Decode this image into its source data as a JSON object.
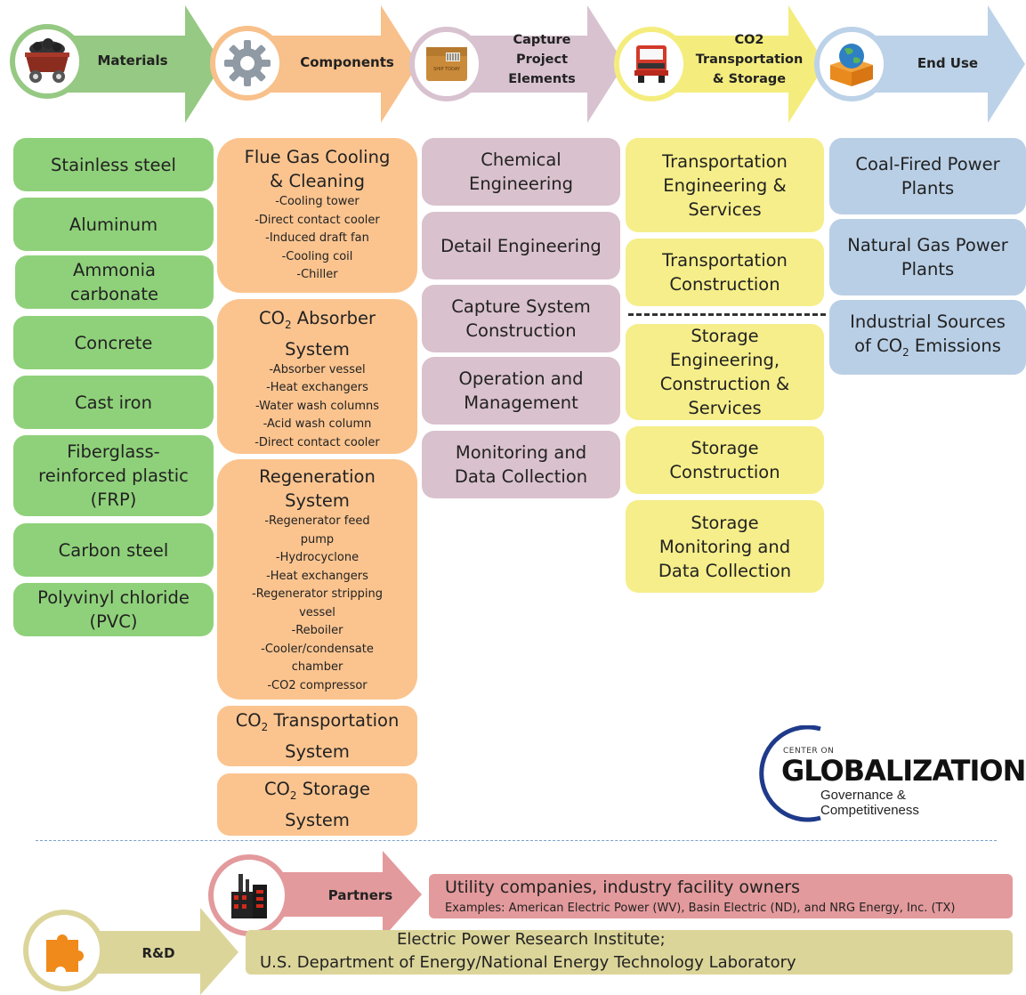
{
  "stages": [
    {
      "label": "Materials",
      "icon": "mine-cart-icon",
      "color": "#96c983"
    },
    {
      "label": "Components",
      "icon": "gear-icon",
      "color": "#f8c08a"
    },
    {
      "label": "Capture\nProject\nElements",
      "icon": "package-icon",
      "color": "#d8c2d0"
    },
    {
      "label": "CO2\nTransportation\n& Storage",
      "icon": "truck-icon",
      "color": "#f4ed7e"
    },
    {
      "label": "End Use",
      "icon": "globe-box-icon",
      "color": "#bcd2e8"
    }
  ],
  "materials": [
    "Stainless steel",
    "Aluminum",
    "Ammonia\ncarbonate",
    "Concrete",
    "Cast iron",
    "Fiberglass-\nreinforced plastic\n(FRP)",
    "Carbon steel",
    "Polyvinyl chloride\n(PVC)"
  ],
  "components": [
    {
      "title": "Flue Gas Cooling\n& Cleaning",
      "items": "-Cooling tower\n-Direct contact cooler\n-Induced draft fan\n-Cooling coil\n-Chiller"
    },
    {
      "title_pre": "CO",
      "title_sub": "2",
      "title_post": " Absorber\nSystem",
      "items": "-Absorber vessel\n-Heat exchangers\n-Water wash columns\n-Acid wash column\n-Direct contact cooler"
    },
    {
      "title": "Regeneration\nSystem",
      "items": "-Regenerator feed\npump\n-Hydrocyclone\n-Heat exchangers\n-Regenerator stripping\nvessel\n-Reboiler\n-Cooler/condensate\nchamber\n-CO2 compressor"
    },
    {
      "title_pre": "CO",
      "title_sub": "2",
      "title_post": " Transportation\nSystem"
    },
    {
      "title_pre": "CO",
      "title_sub": "2",
      "title_post": " Storage\nSystem"
    }
  ],
  "capture": [
    "Chemical\nEngineering",
    "Detail Engineering",
    "Capture System\nConstruction",
    "Operation and\nManagement",
    "Monitoring and\nData Collection"
  ],
  "transport": [
    "Transportation\nEngineering &\nServices",
    "Transportation\nConstruction",
    "Storage\nEngineering,\nConstruction &\nServices",
    "Storage\nConstruction",
    "Storage\nMonitoring and\nData Collection"
  ],
  "enduse": [
    {
      "text": "Coal-Fired Power\nPlants"
    },
    {
      "text": "Natural Gas Power\nPlants"
    },
    {
      "pre": "Industrial Sources\nof CO",
      "sub": "2",
      "post": " Emissions"
    }
  ],
  "logo": {
    "small": "CENTER ON",
    "big": "GLOBALIZATION",
    "tag": "Governance & Competitiveness"
  },
  "partners": {
    "label": "Partners",
    "icon": "factory-icon",
    "title": "Utility companies, industry facility owners",
    "examples": "Examples: American Electric Power (WV), Basin Electric (ND), and NRG Energy, Inc. (TX)"
  },
  "rnd": {
    "label": "R&D",
    "icon": "puzzle-icon",
    "line1": "Electric Power Research Institute;",
    "line2": "U.S. Department of Energy/National Energy Technology Laboratory"
  },
  "colors": {
    "green": "#8fd17a",
    "orange": "#fbc48f",
    "mauve": "#d9c1cd",
    "yellow": "#f6ee8a",
    "blue": "#b9cfe6",
    "partners": "#e39a9c",
    "rnd": "#dcd59a"
  }
}
